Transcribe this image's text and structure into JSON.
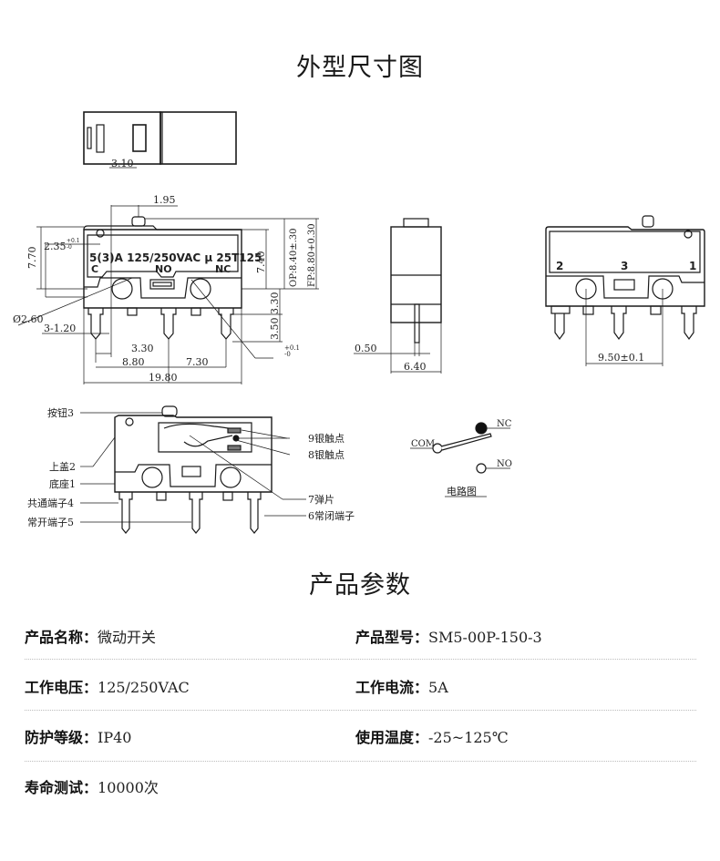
{
  "sections": {
    "dimensions_title": "外型尺寸图",
    "params_title": "产品参数"
  },
  "drawing": {
    "top_view": {
      "dim_310": "3.10"
    },
    "front_view": {
      "marking": "5(3)A 125/250VAC μ 25T125",
      "pin_c": "C",
      "pin_no": "NO",
      "pin_nc": "NC",
      "dim_195": "1.95",
      "dim_770": "7.70",
      "dim_235": "2.35",
      "dim_235_tol_up": "+0.1",
      "dim_235_tol_down": "-0",
      "dim_740": "7.40",
      "dim_op": "OP:8.40±.30",
      "dim_fp": "FP:8.80+0.30",
      "dim_330_right": "3.30",
      "dim_350": "3.50",
      "dim_hole": "Ø2.60",
      "dim_pin": "3-1.20",
      "dim_330_bottom": "3.30",
      "dim_880": "8.80",
      "dim_730": "7.30",
      "dim_1980": "19.80",
      "tol_up": "+0.1",
      "tol_down": "-0"
    },
    "side_view": {
      "dim_050": "0.50",
      "dim_640": "6.40"
    },
    "back_view": {
      "pin_2": "2",
      "pin_3": "3",
      "pin_1": "1",
      "dim_950": "9.50±0.1"
    },
    "section_view": {
      "labels_left": [
        "按钮3",
        "上盖2",
        "底座1",
        "共通端子4",
        "常开端子5"
      ],
      "labels_right": [
        "9银触点",
        "8银触点",
        "7弹片",
        "6常闭端子"
      ]
    },
    "circuit": {
      "com": "COM",
      "nc": "NC",
      "no": "NO",
      "caption": "电路图"
    }
  },
  "params": [
    {
      "key": "产品名称：",
      "value": "微动开关"
    },
    {
      "key": "产品型号：",
      "value": "SM5-00P-150-3"
    },
    {
      "key": "工作电压：",
      "value": "125/250VAC"
    },
    {
      "key": "工作电流：",
      "value": "5A"
    },
    {
      "key": "防护等级：",
      "value": "IP40"
    },
    {
      "key": "使用温度：",
      "value": "-25~125℃"
    },
    {
      "key": "寿命测试：",
      "value": "10000次"
    }
  ]
}
